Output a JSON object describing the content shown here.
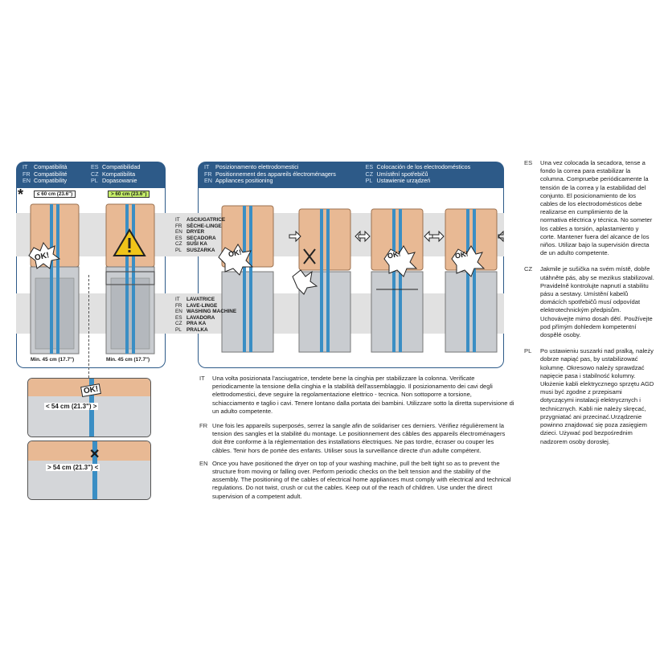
{
  "compat_header": {
    "it": {
      "code": "IT",
      "text": "Compatibilità"
    },
    "es": {
      "code": "ES",
      "text": "Compatibilidad"
    },
    "fr": {
      "code": "FR",
      "text": "Compatibilité"
    },
    "cz": {
      "code": "CZ",
      "text": "Kompatibilita"
    },
    "en": {
      "code": "EN",
      "text": "Compatibility"
    },
    "pl": {
      "code": "PL",
      "text": "Dopasowanie"
    }
  },
  "position_header": {
    "it": {
      "code": "IT",
      "text": "Posizionamento elettrodomestici"
    },
    "es": {
      "code": "ES",
      "text": "Colocación de los electrodomésticos"
    },
    "fr": {
      "code": "FR",
      "text": "Positionnement des appareils électroménagers"
    },
    "cz": {
      "code": "CZ",
      "text": "Umístění spotřebičů"
    },
    "en": {
      "code": "EN",
      "text": "Appliances positioning"
    },
    "pl": {
      "code": "PL",
      "text": "Ustawienie urządzeń"
    }
  },
  "compat_figure": {
    "asterisk": "*",
    "width_left": "≤ 60 cm (23.6\")",
    "width_right": "> 60 cm (23.6\")",
    "ok": "OK!",
    "min_left": "Min. 45 cm (17.7\")",
    "min_right": "Min. 45 cm (17.7\")"
  },
  "dryer_labels": [
    {
      "code": "IT",
      "text": "ASCIUGATRICE"
    },
    {
      "code": "FR",
      "text": "SÈCHE-LINGE"
    },
    {
      "code": "EN",
      "text": "DRYER"
    },
    {
      "code": "ES",
      "text": "SECADORA"
    },
    {
      "code": "CZ",
      "text": "SUŠI KA"
    },
    {
      "code": "PL",
      "text": "SUSZARKA"
    }
  ],
  "washer_labels": [
    {
      "code": "IT",
      "text": "LAVATRICE"
    },
    {
      "code": "FR",
      "text": "LAVE-LINGE"
    },
    {
      "code": "EN",
      "text": "WASHING MACHINE"
    },
    {
      "code": "ES",
      "text": "LAVADORA"
    },
    {
      "code": "CZ",
      "text": "PRA KA"
    },
    {
      "code": "PL",
      "text": "PRALKA"
    }
  ],
  "detail_top": {
    "ok": "OK!",
    "dim": "54 cm (21.3\")"
  },
  "detail_bottom": {
    "dim": "54 cm (21.3\")"
  },
  "position_ok": "OK!",
  "instructions_main": [
    {
      "code": "IT",
      "text": "Una volta posizionata l'asciugatrice, tendete bene la cinghia per stabilizzare la colonna. Verificate periodicamente la tensione della cinghia e la stabilità dell'assemblaggio. Il posizionamento dei cavi degli elettrodomestici, deve seguire la regolamentazione elettrico - tecnica. Non sottoporre a torsione, schiacciamento e taglio i cavi. Tenere lontano dalla portata dei bambini. Utilizzare sotto la diretta supervisione di un adulto competente."
    },
    {
      "code": "FR",
      "text": "Une fois les appareils superposés, serrez la sangle afin de solidariser ces derniers. Vérifiez régulièrement la tension des sangles et la stabilité du montage. Le positionnement des câbles des appareils électroménagers doit être conforme à la réglementation des installations électriques. Ne pas tordre, écraser ou couper les câbles. Tenir hors de portée des enfants. Utiliser sous la surveillance directe d'un adulte compétent."
    },
    {
      "code": "EN",
      "text": "Once you have positioned the dryer on top of your washing machine, pull the belt tight so as to prevent the structure from moving or falling over. Perform periodic checks on the belt tension and the stability of the assembly. The positioning of the cables of electrical home appliances must comply with electrical and technical regulations. Do not twist, crush or cut the cables. Keep out of the reach of children. Use under the direct supervision of a competent adult."
    }
  ],
  "instructions_side": [
    {
      "code": "ES",
      "text": "Una vez colocada la secadora, tense a fondo la correa para estabilizar la columna. Compruebe periódicamente la tensión de la correa y la estabilidad del conjunto. El posicionamiento de los cables de los electrodomésticos debe realizarse en cumplimiento de la normativa eléctrica y técnica. No someter los cables a torsión, aplastamiento y corte. Mantener fuera del alcance de los niños. Utilizar bajo la supervisión directa de un adulto competente."
    },
    {
      "code": "CZ",
      "text": "Jakmile je sušička na svém místě, dobře utáhněte pás, aby se mezikus stabilizoval. Pravidelně kontrolujte napnutí a stabilitu pásu a sestavy. Umístění kabelů domácích spotřebičů musí odpovídat elektrotechnickým předpisům. Uchovávejte mimo dosah dětí. Používejte pod přímým dohledem kompetentní dospělé osoby."
    },
    {
      "code": "PL",
      "text": "Po ustawieniu suszarki nad pralką, należy dobrze napiąć pas, by ustabilizować kolumnę. Okresowo należy sprawdzać napięcie pasa i stabilność kolumny. Ułożenie kabli elektrycznego sprzętu AGD musi być zgodne z przepisami dotyczącymi instalacji elektrycznych i technicznych. Kabli nie należy skręcać, przygniatać ani przecinać.Urządzenie powinno znajdować się poza zasięgiem dzieci. Używać pod bezpośrednim nadzorem osoby dorosłej."
    }
  ],
  "colors": {
    "header": "#2d5a88",
    "appliance": "#e8b994",
    "belt": "#3a8ec4",
    "band": "#e1e1e1"
  }
}
